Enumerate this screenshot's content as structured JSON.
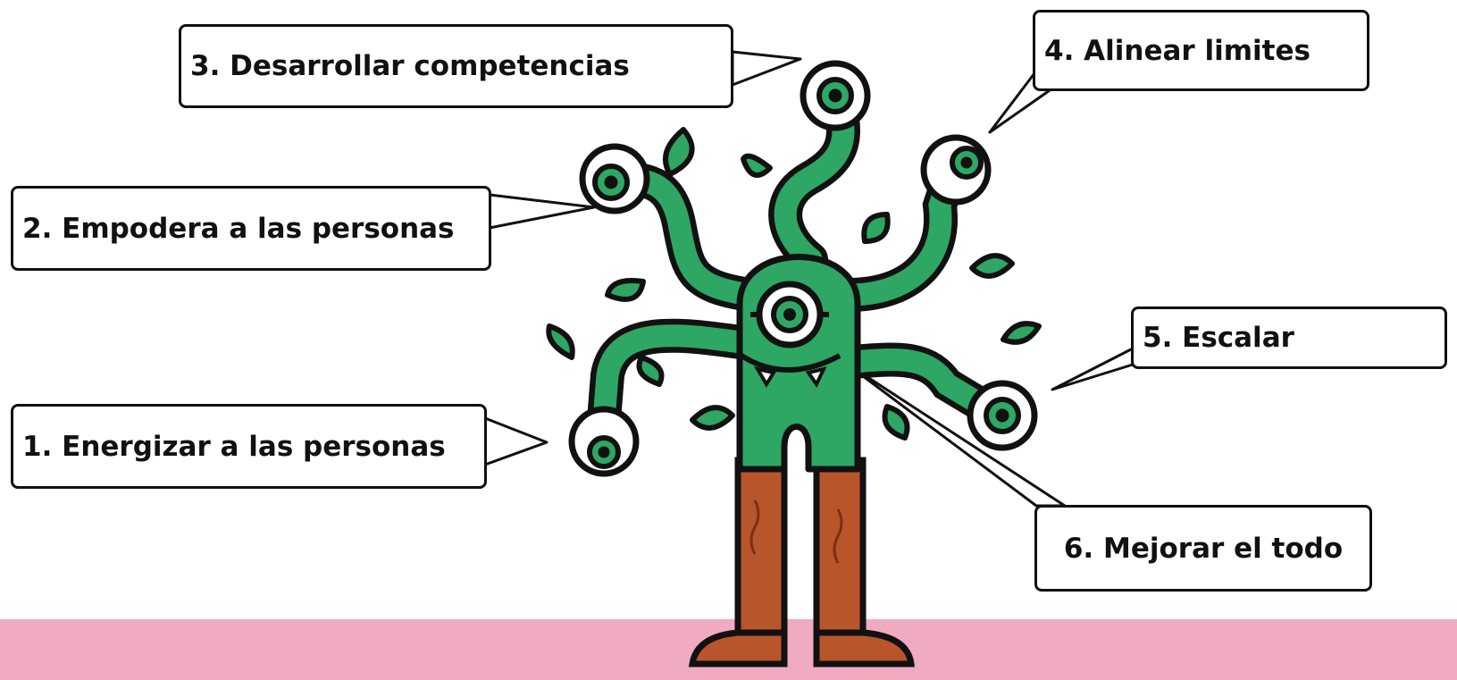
{
  "labels": [
    {
      "id": "step1",
      "text": "1. Energizar a las personas"
    },
    {
      "id": "step2",
      "text": "2. Empodera a las personas"
    },
    {
      "id": "step3",
      "text": "3. Desarrollar competencias"
    },
    {
      "id": "step4",
      "text": "4. Alinear limites"
    },
    {
      "id": "step5",
      "text": "5. Escalar"
    },
    {
      "id": "step6",
      "text": "6. Mejorar el todo"
    }
  ],
  "colors": {
    "ground": "#f0abc1",
    "body": "#2ea764",
    "legs": "#b9552b",
    "outline": "#111111",
    "eye_white": "#ffffff"
  }
}
